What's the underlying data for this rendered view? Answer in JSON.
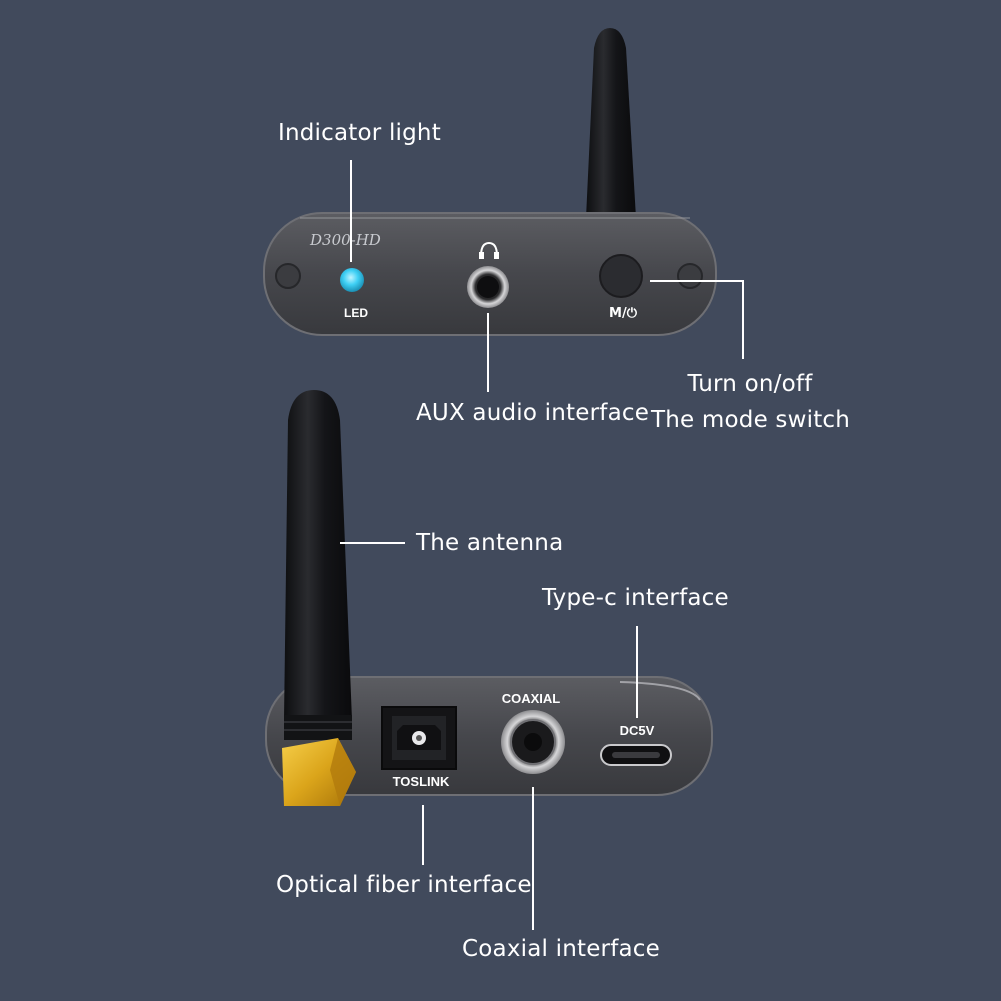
{
  "device": {
    "model_mark": "D300-HD",
    "front_panel": {
      "led_label": "LED",
      "mode_button_label": "M/⏻",
      "headphone_icon": "headphone-icon",
      "power_icon": "power-icon"
    },
    "rear_panel": {
      "toslink_label": "TOSLINK",
      "coaxial_label": "COAXIAL",
      "dc_label": "DC5V"
    }
  },
  "callouts": {
    "indicator_light": "Indicator light",
    "aux_audio": "AUX audio interface",
    "turn_on_off": "Turn on/off",
    "mode_switch": "The mode switch",
    "antenna": "The antenna",
    "type_c": "Type-c interface",
    "optical_fiber": "Optical fiber interface",
    "coaxial": "Coaxial interface"
  },
  "colors": {
    "background": "#414a5c",
    "panel": "#4a4b50",
    "led": "#3fd0f5",
    "antenna": "#16171a",
    "sma_connector": "#e0ad1e",
    "text": "#ffffff"
  }
}
